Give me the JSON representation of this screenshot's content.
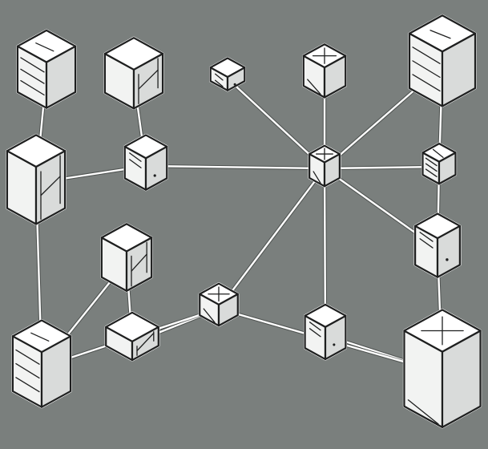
{
  "colors": {
    "background": "#7a7f7d",
    "line": "#ffffff",
    "ink": "#1e1f1f"
  },
  "nodes": [
    {
      "id": "n1",
      "icon": "open-box-icon"
    },
    {
      "id": "n2",
      "icon": "server-cabinet-icon"
    },
    {
      "id": "n3",
      "icon": "small-module-icon"
    },
    {
      "id": "n4",
      "icon": "device-box-icon"
    },
    {
      "id": "n5",
      "icon": "storage-unit-icon"
    },
    {
      "id": "n6",
      "icon": "machine-stack-icon"
    },
    {
      "id": "n7",
      "icon": "hub-cube-icon"
    },
    {
      "id": "n8",
      "icon": "central-hub-icon"
    },
    {
      "id": "n9",
      "icon": "router-cube-icon"
    },
    {
      "id": "n10",
      "icon": "rack-unit-icon"
    },
    {
      "id": "n11",
      "icon": "cabinet-icon"
    },
    {
      "id": "n12",
      "icon": "switch-box-icon"
    },
    {
      "id": "n13",
      "icon": "printer-icon"
    },
    {
      "id": "n14",
      "icon": "drive-tray-icon"
    },
    {
      "id": "n15",
      "icon": "file-server-icon"
    },
    {
      "id": "n16",
      "icon": "large-crate-icon"
    }
  ],
  "edges": [
    [
      "n1",
      "n6"
    ],
    [
      "n2",
      "n7"
    ],
    [
      "n3",
      "n8"
    ],
    [
      "n4",
      "n8"
    ],
    [
      "n5",
      "n8"
    ],
    [
      "n6",
      "n7"
    ],
    [
      "n7",
      "n8"
    ],
    [
      "n8",
      "n9"
    ],
    [
      "n5",
      "n9"
    ],
    [
      "n8",
      "n11"
    ],
    [
      "n8",
      "n12"
    ],
    [
      "n8",
      "n15"
    ],
    [
      "n6",
      "n13"
    ],
    [
      "n10",
      "n13"
    ],
    [
      "n12",
      "n14"
    ],
    [
      "n12",
      "n13"
    ],
    [
      "n15",
      "n16"
    ],
    [
      "n9",
      "n11"
    ],
    [
      "n11",
      "n16"
    ],
    [
      "n12",
      "n16"
    ],
    [
      "n10",
      "n14"
    ]
  ]
}
